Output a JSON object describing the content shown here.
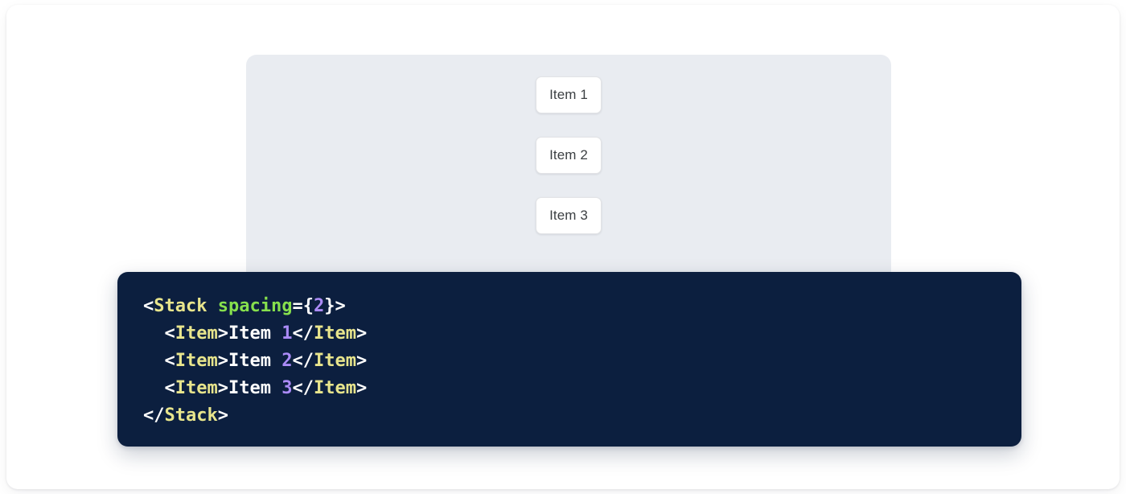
{
  "preview": {
    "panel_name": "stack-preview-panel",
    "background_color": "#e9ecf1",
    "stack": {
      "direction": "vertical",
      "spacing": 2,
      "items": [
        {
          "label": "Item 1"
        },
        {
          "label": "Item 2"
        },
        {
          "label": "Item 3"
        }
      ]
    }
  },
  "code_block": {
    "background_color": "#0c1f3f",
    "language": "jsx",
    "colors": {
      "tag": "#e8e58c",
      "attribute": "#86e04d",
      "number": "#ab8bf7",
      "punctuation": "#ffffff",
      "text": "#ffffff"
    },
    "raw": "<Stack spacing={2}>\n  <Item>Item 1</Item>\n  <Item>Item 2</Item>\n  <Item>Item 3</Item>\n</Stack>",
    "lines": [
      {
        "tokens": [
          {
            "t": "punc",
            "v": "<"
          },
          {
            "t": "tag",
            "v": "Stack"
          },
          {
            "t": "text",
            "v": " "
          },
          {
            "t": "attr",
            "v": "spacing"
          },
          {
            "t": "punc",
            "v": "={"
          },
          {
            "t": "num",
            "v": "2"
          },
          {
            "t": "punc",
            "v": "}>"
          }
        ]
      },
      {
        "tokens": [
          {
            "t": "text",
            "v": "  "
          },
          {
            "t": "punc",
            "v": "<"
          },
          {
            "t": "tag",
            "v": "Item"
          },
          {
            "t": "punc",
            "v": ">"
          },
          {
            "t": "text",
            "v": "Item "
          },
          {
            "t": "num",
            "v": "1"
          },
          {
            "t": "punc",
            "v": "</"
          },
          {
            "t": "tag",
            "v": "Item"
          },
          {
            "t": "punc",
            "v": ">"
          }
        ]
      },
      {
        "tokens": [
          {
            "t": "text",
            "v": "  "
          },
          {
            "t": "punc",
            "v": "<"
          },
          {
            "t": "tag",
            "v": "Item"
          },
          {
            "t": "punc",
            "v": ">"
          },
          {
            "t": "text",
            "v": "Item "
          },
          {
            "t": "num",
            "v": "2"
          },
          {
            "t": "punc",
            "v": "</"
          },
          {
            "t": "tag",
            "v": "Item"
          },
          {
            "t": "punc",
            "v": ">"
          }
        ]
      },
      {
        "tokens": [
          {
            "t": "text",
            "v": "  "
          },
          {
            "t": "punc",
            "v": "<"
          },
          {
            "t": "tag",
            "v": "Item"
          },
          {
            "t": "punc",
            "v": ">"
          },
          {
            "t": "text",
            "v": "Item "
          },
          {
            "t": "num",
            "v": "3"
          },
          {
            "t": "punc",
            "v": "</"
          },
          {
            "t": "tag",
            "v": "Item"
          },
          {
            "t": "punc",
            "v": ">"
          }
        ]
      },
      {
        "tokens": [
          {
            "t": "punc",
            "v": "</"
          },
          {
            "t": "tag",
            "v": "Stack"
          },
          {
            "t": "punc",
            "v": ">"
          }
        ]
      }
    ]
  }
}
